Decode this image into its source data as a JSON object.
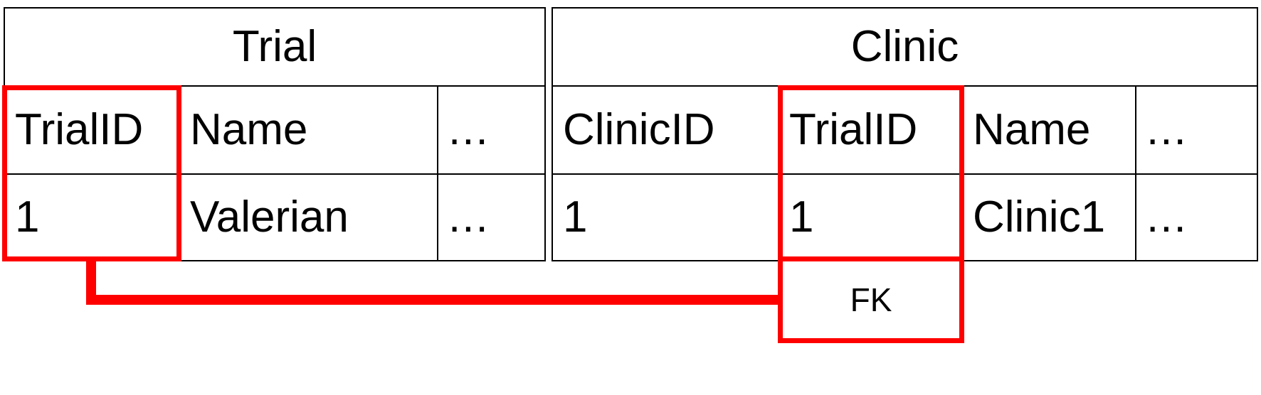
{
  "diagram": {
    "title_text": "",
    "accent_color": "#ff0000",
    "line_color": "#000000",
    "tables": [
      {
        "name": "Trial",
        "columns": [
          "TrialID",
          "Name",
          "..."
        ],
        "rows": [
          [
            "1",
            "Valerian",
            "..."
          ]
        ],
        "highlighted_column": "TrialID"
      },
      {
        "name": "Clinic",
        "columns": [
          "ClinicID",
          "TrialID",
          "Name",
          "..."
        ],
        "rows": [
          [
            "1",
            "1",
            "Clinic1",
            "..."
          ]
        ],
        "highlighted_column": "TrialID"
      }
    ],
    "relationship": {
      "label": "FK",
      "from_table": "Trial",
      "from_column": "TrialID",
      "to_table": "Clinic",
      "to_column": "TrialID"
    }
  }
}
